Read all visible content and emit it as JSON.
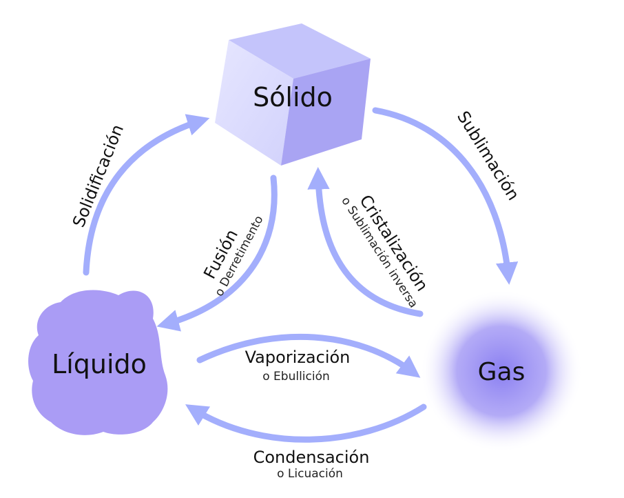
{
  "states": {
    "solid": "Sólido",
    "liquid": "Líquido",
    "gas": "Gas"
  },
  "processes": {
    "solidification": {
      "label": "Solidificación"
    },
    "sublimation": {
      "label": "Sublimación"
    },
    "fusion": {
      "label": "Fusión",
      "sub": "o Derretimento"
    },
    "crystallization": {
      "label": "Cristalización",
      "sub": "o Sublimación inversa"
    },
    "vaporization": {
      "label": "Vaporización",
      "sub": "o Ebullición"
    },
    "condensation": {
      "label": "Condensación",
      "sub": "o Licuación"
    }
  },
  "colors": {
    "arrow": "#a3aefc",
    "cube_light": "#dcdcff",
    "cube_top": "#c4c4fb",
    "cube_right": "#a9a4f3",
    "liquid": "#aa9cf5",
    "gas": "#9288f2"
  }
}
